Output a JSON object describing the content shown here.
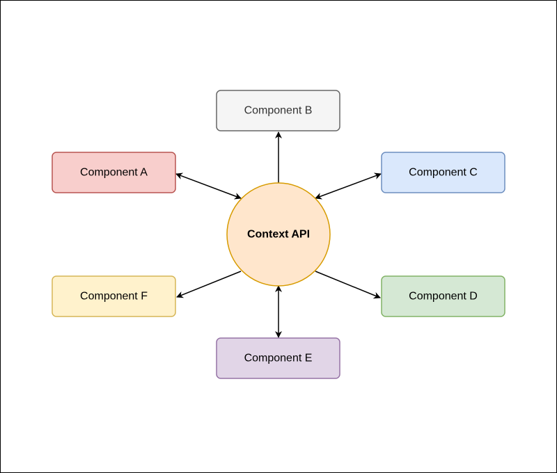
{
  "hub": {
    "label": "Context API",
    "fill": "#ffe6cc",
    "stroke": "#d79b00"
  },
  "components": [
    {
      "id": "a",
      "label": "Component A",
      "fill": "#f8cecc",
      "stroke": "#b85450",
      "text_color": "#000000"
    },
    {
      "id": "b",
      "label": "Component B",
      "fill": "#f5f5f5",
      "stroke": "#666666",
      "text_color": "#333333"
    },
    {
      "id": "c",
      "label": "Component C",
      "fill": "#dae8fc",
      "stroke": "#6c8ebf",
      "text_color": "#000000"
    },
    {
      "id": "d",
      "label": "Component D",
      "fill": "#d5e8d4",
      "stroke": "#82b366",
      "text_color": "#000000"
    },
    {
      "id": "e",
      "label": "Component E",
      "fill": "#e1d5e7",
      "stroke": "#9673a6",
      "text_color": "#000000"
    },
    {
      "id": "f",
      "label": "Component F",
      "fill": "#fff2cc",
      "stroke": "#d6b656",
      "text_color": "#000000"
    }
  ],
  "edges": [
    {
      "target": "a",
      "direction": "both"
    },
    {
      "target": "b",
      "direction": "to-target"
    },
    {
      "target": "c",
      "direction": "both"
    },
    {
      "target": "d",
      "direction": "to-target"
    },
    {
      "target": "e",
      "direction": "both"
    },
    {
      "target": "f",
      "direction": "to-target"
    }
  ]
}
